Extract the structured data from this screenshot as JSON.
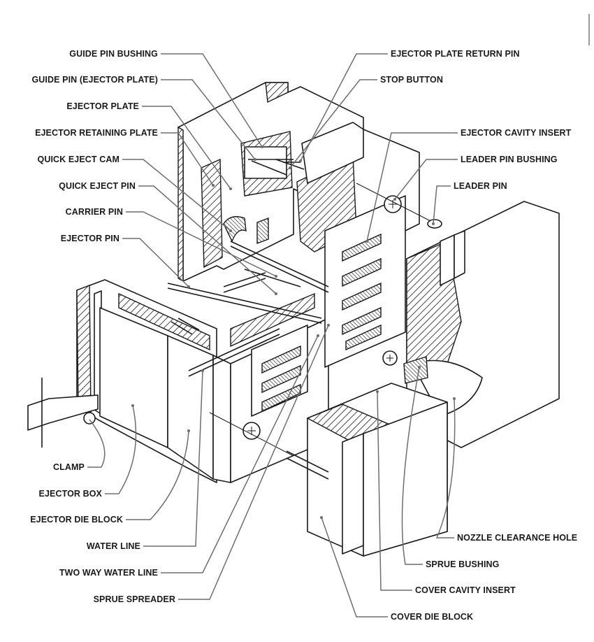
{
  "labels_left": [
    {
      "id": "guide-pin-bushing",
      "text": "GUIDE PIN BUSHING"
    },
    {
      "id": "guide-pin-ejector-plate",
      "text": "GUIDE PIN (EJECTOR PLATE)"
    },
    {
      "id": "ejector-plate",
      "text": "EJECTOR PLATE"
    },
    {
      "id": "ejector-retaining-plate",
      "text": "EJECTOR RETAINING PLATE"
    },
    {
      "id": "quick-eject-cam",
      "text": "QUICK EJECT CAM"
    },
    {
      "id": "quick-eject-pin",
      "text": "QUICK EJECT PIN"
    },
    {
      "id": "carrier-pin",
      "text": "CARRIER PIN"
    },
    {
      "id": "ejector-pin",
      "text": "EJECTOR PIN"
    },
    {
      "id": "clamp",
      "text": "CLAMP"
    },
    {
      "id": "ejector-box",
      "text": "EJECTOR BOX"
    },
    {
      "id": "ejector-die-block",
      "text": "EJECTOR DIE BLOCK"
    },
    {
      "id": "water-line",
      "text": "WATER LINE"
    },
    {
      "id": "two-way-water-line",
      "text": "TWO WAY WATER LINE"
    },
    {
      "id": "sprue-spreader",
      "text": "SPRUE SPREADER"
    }
  ],
  "labels_right": [
    {
      "id": "ejector-plate-return-pin",
      "text": "EJECTOR PLATE RETURN PIN"
    },
    {
      "id": "stop-button",
      "text": "STOP BUTTON"
    },
    {
      "id": "ejector-cavity-insert",
      "text": "EJECTOR CAVITY INSERT"
    },
    {
      "id": "leader-pin-bushing",
      "text": "LEADER PIN BUSHING"
    },
    {
      "id": "leader-pin",
      "text": "LEADER PIN"
    },
    {
      "id": "nozzle-clearance-hole",
      "text": "NOZZLE CLEARANCE HOLE"
    },
    {
      "id": "sprue-bushing",
      "text": "SPRUE BUSHING"
    },
    {
      "id": "cover-cavity-insert",
      "text": "COVER CAVITY INSERT"
    },
    {
      "id": "cover-die-block",
      "text": "COVER DIE BLOCK"
    }
  ]
}
